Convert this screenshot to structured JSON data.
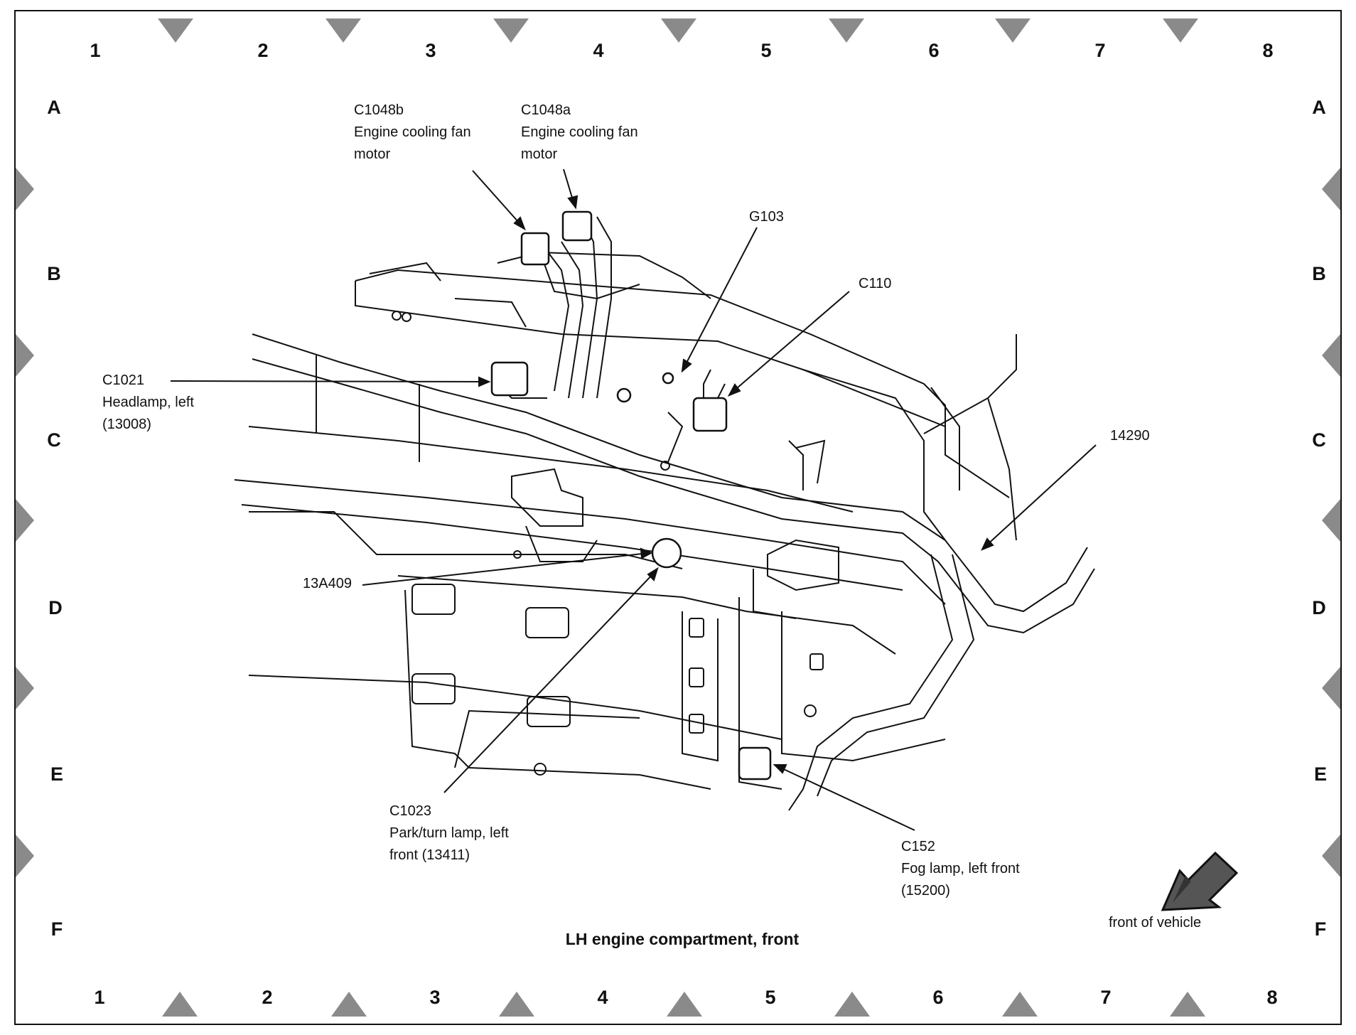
{
  "diagram": {
    "title": "LH engine compartment, front",
    "front_label": "front of vehicle",
    "grid_columns": [
      "1",
      "2",
      "3",
      "4",
      "5",
      "6",
      "7",
      "8"
    ],
    "grid_rows": [
      "A",
      "B",
      "C",
      "D",
      "E",
      "F"
    ],
    "callouts": [
      {
        "id": "c1048b",
        "lines": [
          "C1048b",
          "Engine cooling fan",
          "motor"
        ]
      },
      {
        "id": "c1048a",
        "lines": [
          "C1048a",
          "Engine cooling fan",
          "motor"
        ]
      },
      {
        "id": "g103",
        "lines": [
          "G103"
        ]
      },
      {
        "id": "c110",
        "lines": [
          "C110"
        ]
      },
      {
        "id": "c1021",
        "lines": [
          "C1021",
          "Headlamp, left",
          "(13008)"
        ]
      },
      {
        "id": "n14290",
        "lines": [
          "14290"
        ]
      },
      {
        "id": "n13a409",
        "lines": [
          "13A409"
        ]
      },
      {
        "id": "c1023",
        "lines": [
          "C1023",
          "Park/turn lamp, left",
          "front (13411)"
        ]
      },
      {
        "id": "c152",
        "lines": [
          "C152",
          "Fog lamp, left front",
          "(15200)"
        ]
      }
    ],
    "colors": {
      "ink": "#111111",
      "marker": "#8a8a8a",
      "arrow_fill": "#555555"
    }
  }
}
